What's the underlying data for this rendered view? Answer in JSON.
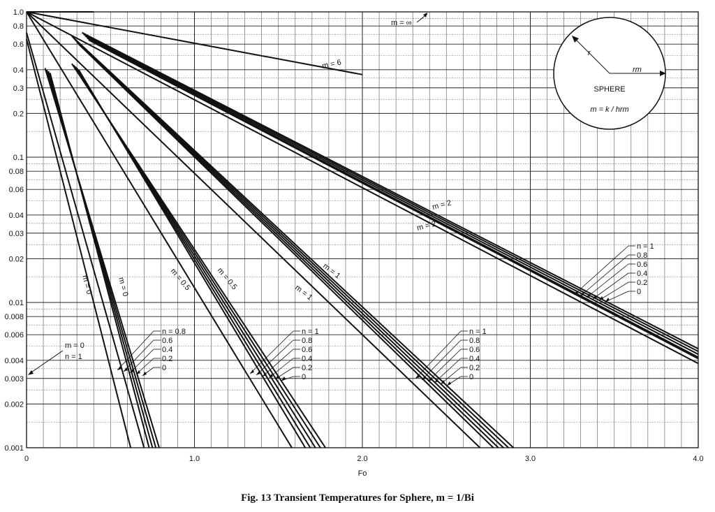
{
  "caption": "Fig. 13    Transient Temperatures for Sphere, m = 1/Bi",
  "chart_data": {
    "type": "line",
    "title": "",
    "xlabel": "Fo",
    "ylabel": "",
    "xlim": [
      0,
      4.0
    ],
    "ylim": [
      0.001,
      1.0
    ],
    "y_scale": "log",
    "grid": true,
    "x_ticks": [
      "0",
      "1.0",
      "2.0",
      "3.0",
      "4.0"
    ],
    "y_ticks": [
      "0.001",
      "0.002",
      "0.003",
      "0.004",
      "0.006",
      "0.008",
      "0.01",
      "0.02",
      "0.03",
      "0.04",
      "0.06",
      "0.08",
      "0.1",
      "0.2",
      "0.3",
      "0.4",
      "0.6",
      "0.8",
      "1.0"
    ],
    "series": [
      {
        "name": "m = ∞",
        "x": [
          0,
          0.2,
          0.4
        ],
        "y": [
          1.0,
          1.0,
          1.0
        ]
      },
      {
        "name": "m = 6",
        "x": [
          0,
          2.0
        ],
        "y": [
          1.0,
          0.37
        ]
      },
      {
        "name": "m = 2, n = 1",
        "x": [
          0.33,
          4.0
        ],
        "y": [
          0.72,
          0.0048
        ]
      },
      {
        "name": "m = 2, n = 0.8",
        "x": [
          0.34,
          4.0
        ],
        "y": [
          0.7,
          0.0046
        ]
      },
      {
        "name": "m = 2, n = 0.6",
        "x": [
          0.35,
          4.0
        ],
        "y": [
          0.68,
          0.0044
        ]
      },
      {
        "name": "m = 2, n = 0.4",
        "x": [
          0.36,
          4.0
        ],
        "y": [
          0.66,
          0.0042
        ]
      },
      {
        "name": "m = 2, n = 0.2",
        "x": [
          0.37,
          4.0
        ],
        "y": [
          0.64,
          0.0041
        ]
      },
      {
        "name": "m = 2, n = 0",
        "x": [
          0.0,
          4.0
        ],
        "y": [
          1.0,
          0.0038
        ]
      },
      {
        "name": "m = 1, n = 1",
        "x": [
          0.27,
          2.9
        ],
        "y": [
          0.68,
          0.001
        ]
      },
      {
        "name": "m = 1, n = 0.8",
        "x": [
          0.28,
          2.87
        ],
        "y": [
          0.66,
          0.001
        ]
      },
      {
        "name": "m = 1, n = 0.6",
        "x": [
          0.29,
          2.84
        ],
        "y": [
          0.64,
          0.001
        ]
      },
      {
        "name": "m = 1, n = 0.4",
        "x": [
          0.3,
          2.81
        ],
        "y": [
          0.62,
          0.001
        ]
      },
      {
        "name": "m = 1, n = 0.2",
        "x": [
          0.31,
          2.78
        ],
        "y": [
          0.6,
          0.001
        ]
      },
      {
        "name": "m = 1, n = 0",
        "x": [
          0.0,
          2.7
        ],
        "y": [
          1.0,
          0.001
        ]
      },
      {
        "name": "m = 0.5, n = 1",
        "x": [
          0.27,
          1.78
        ],
        "y": [
          0.44,
          0.001
        ]
      },
      {
        "name": "m = 0.5, n = 0.8",
        "x": [
          0.28,
          1.75
        ],
        "y": [
          0.43,
          0.001
        ]
      },
      {
        "name": "m = 0.5, n = 0.6",
        "x": [
          0.29,
          1.72
        ],
        "y": [
          0.42,
          0.001
        ]
      },
      {
        "name": "m = 0.5, n = 0.4",
        "x": [
          0.3,
          1.69
        ],
        "y": [
          0.41,
          0.001
        ]
      },
      {
        "name": "m = 0.5, n = 0.2",
        "x": [
          0.31,
          1.66
        ],
        "y": [
          0.4,
          0.001
        ]
      },
      {
        "name": "m = 0.5, n = 0",
        "x": [
          0.0,
          1.58
        ],
        "y": [
          1.0,
          0.001
        ]
      },
      {
        "name": "m = 0, n = 0.8",
        "x": [
          0.11,
          0.79
        ],
        "y": [
          0.41,
          0.001
        ]
      },
      {
        "name": "m = 0, n = 0.6",
        "x": [
          0.12,
          0.77
        ],
        "y": [
          0.4,
          0.001
        ]
      },
      {
        "name": "m = 0, n = 0.4",
        "x": [
          0.13,
          0.75
        ],
        "y": [
          0.39,
          0.001
        ]
      },
      {
        "name": "m = 0, n = 0.2",
        "x": [
          0.14,
          0.73
        ],
        "y": [
          0.38,
          0.001
        ]
      },
      {
        "name": "m = 0, n = 0",
        "x": [
          0.0,
          0.7
        ],
        "y": [
          0.72,
          0.001
        ]
      },
      {
        "name": "m = 0, n = 1",
        "x": [
          0.0,
          0.62
        ],
        "y": [
          0.65,
          0.001
        ]
      }
    ],
    "annotations": [
      {
        "text": "m = ∞"
      },
      {
        "text": "m = 6"
      },
      {
        "text": "m = 2"
      },
      {
        "text": "m = 2"
      },
      {
        "text": "m = 1"
      },
      {
        "text": "m = 1"
      },
      {
        "text": "m = 0.5"
      },
      {
        "text": "m = 0.5"
      },
      {
        "text": "m = 0"
      },
      {
        "text": "m = 0"
      },
      {
        "text": "m = 0"
      },
      {
        "text": "n = 1"
      }
    ],
    "n_label_groups": [
      [
        "n = 0.8",
        "0.6",
        "0.4",
        "0.2",
        "0"
      ],
      [
        "n = 1",
        "0.8",
        "0.6",
        "0.4",
        "0.2",
        "0"
      ],
      [
        "n = 1",
        "0.8",
        "0.6",
        "0.4",
        "0.2",
        "0"
      ],
      [
        "n = 1",
        "0.8",
        "0.6",
        "0.4",
        "0.2",
        "0"
      ]
    ],
    "inset": {
      "shape": "SPHERE",
      "radius_label": "r",
      "outer_radius_label": "rm",
      "formula": "m = k / hrm"
    }
  }
}
